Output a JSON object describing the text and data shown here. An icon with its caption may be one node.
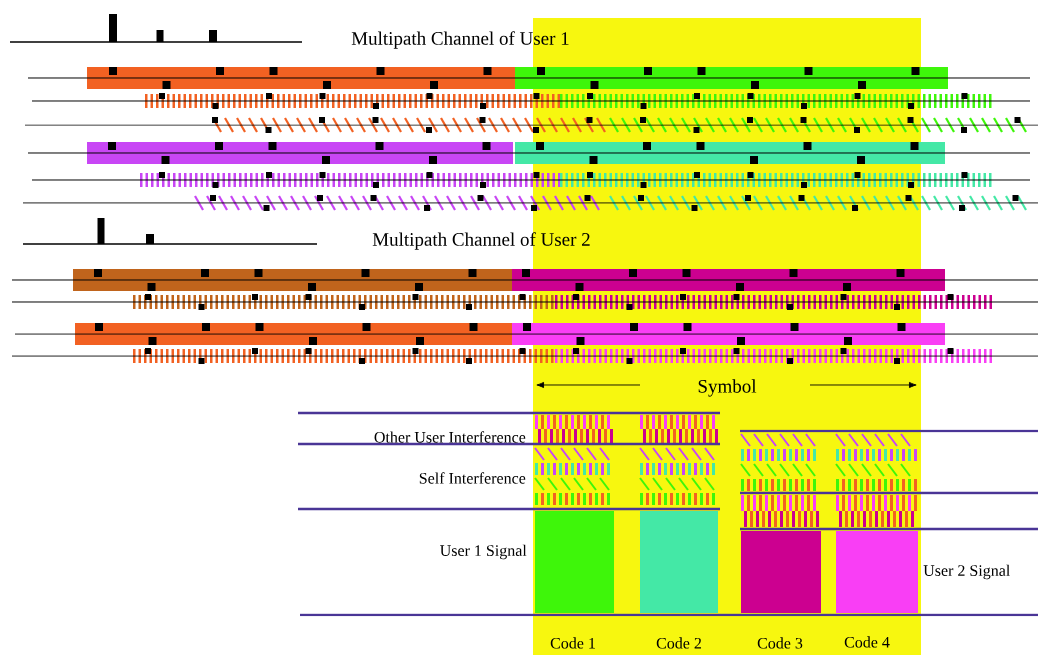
{
  "diagram": {
    "labels": [
      "Multipath Channel of User 1",
      "Multipath Channel of User 2",
      "Symbol",
      "Other User Interference",
      "Self Interference",
      "User 1 Signal",
      "User 2 Signal",
      "Code 1",
      "Code 2",
      "Code 3",
      "Code 4"
    ]
  }
}
